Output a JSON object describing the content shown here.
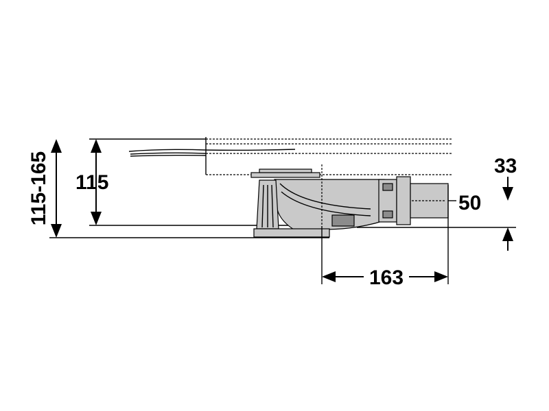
{
  "dimensions": {
    "overall_height": "115-165",
    "min_height": "115",
    "pipe_diameter": "50",
    "pipe_center_offset": "33",
    "outlet_length": "163"
  },
  "colors": {
    "line": "#000000",
    "body_fill": "#c9c9c9",
    "shade_fill": "#8c8c8c"
  }
}
